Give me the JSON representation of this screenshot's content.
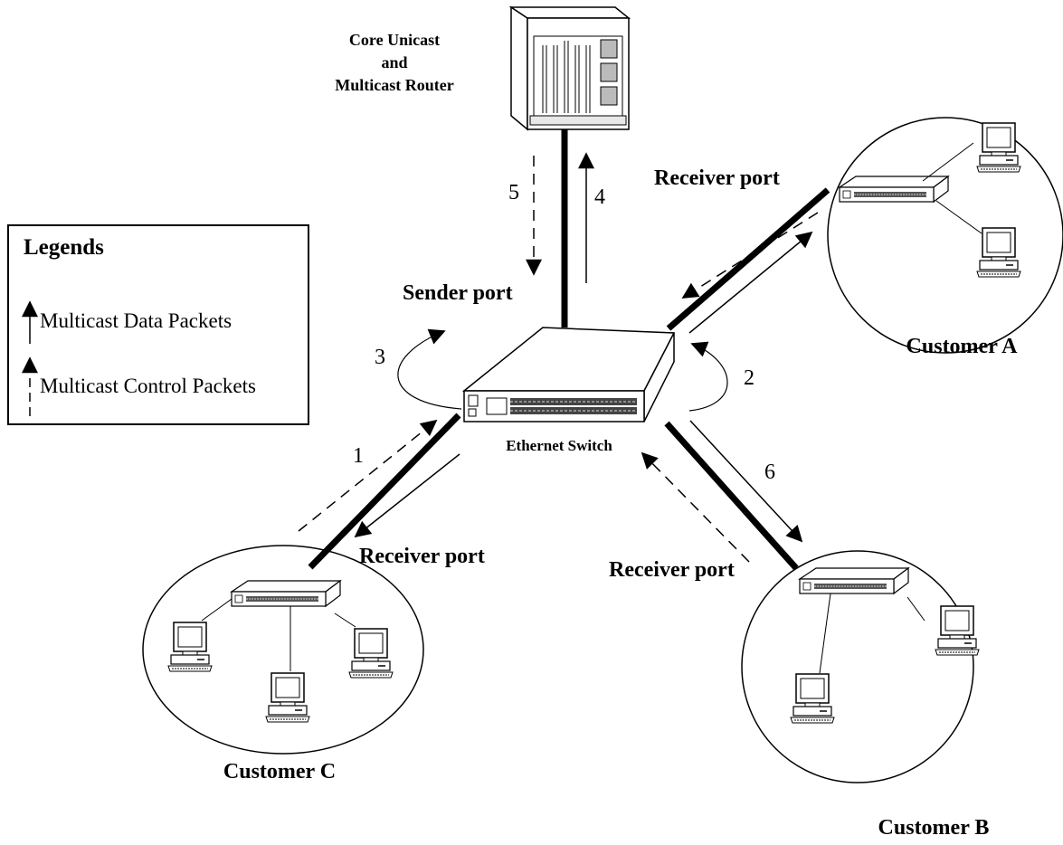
{
  "router": {
    "label_lines": [
      "Core Unicast",
      "and",
      "Multicast Router"
    ]
  },
  "switch": {
    "label": "Ethernet Switch"
  },
  "ports": {
    "sender": "Sender port",
    "receiver_a": "Receiver port",
    "receiver_b": "Receiver port",
    "receiver_c": "Receiver port"
  },
  "customers": {
    "a": "Customer A",
    "b": "Customer B",
    "c": "Customer C"
  },
  "steps": [
    "1",
    "2",
    "3",
    "4",
    "5",
    "6"
  ],
  "legend": {
    "title": "Legends",
    "data_packets": "Multicast Data Packets",
    "control_packets": "Multicast Control Packets"
  }
}
